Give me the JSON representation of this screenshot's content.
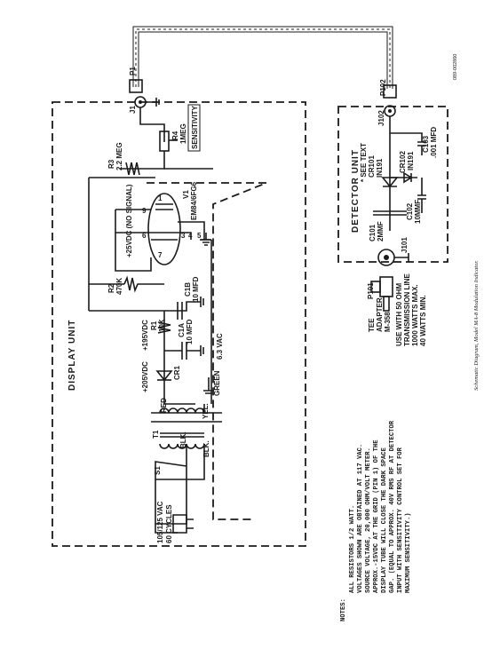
{
  "title": "Schematic Diagram, Model MA-8 Modulation Indicator.",
  "doc_id": "089-002860",
  "units": {
    "display": "DISPLAY UNIT",
    "detector": "DETECTOR UNIT"
  },
  "connectors": {
    "p1": "P1",
    "j1": "J1",
    "p102": "P102",
    "j102": "J102",
    "p101": "P101",
    "j101": "J101"
  },
  "components": {
    "r4": "R4",
    "r4_value": "1MEG",
    "sensitivity": "SENSITIVITY",
    "r3": "R3",
    "r3_value": "2.2 MEG",
    "v1": "V1",
    "v1_type": "EM84/6FG6",
    "r2": "R2",
    "r2_value": "470K",
    "r1": "R1",
    "r1_value": "10K",
    "c1b": "C1B",
    "c1b_value": "10 MFD",
    "c1a": "C1A",
    "c1a_value": "10 MFD",
    "cr1": "CR1",
    "t1": "T1",
    "s1": "S1",
    "cr101": "CR101",
    "cr101_type": "IN191",
    "cr102": "CR102",
    "cr102_type": "IN191",
    "c101": "C101",
    "c101_value": "2MMF",
    "c102": "C102",
    "c102_value": "10MMF",
    "c103": "C103",
    "c103_value": ".001 MFD"
  },
  "pins": [
    "9",
    "1",
    "6",
    "7",
    "3",
    "4",
    "5"
  ],
  "voltages": {
    "plate": "+25VDC (NO SIGNAL)",
    "b_plus_205": "+205VDC",
    "b_plus_195": "+195VDC",
    "heater": "6.3 VAC",
    "mains": "105/125 VAC",
    "mains_freq": "60 CYCLES"
  },
  "wires": {
    "red": "RED",
    "green": "GREEN",
    "yel": "YEL.",
    "blk1": "BLK.",
    "blk2": "BLK."
  },
  "see_text": "* SEE TEXT",
  "tee_adapter": [
    "TEE",
    "ADAPTER",
    "M-358"
  ],
  "line_note": [
    "USE WITH 50 OHM",
    "TRANSMISSION LINE",
    "1000 WATTS MAX.",
    "40 WATTS MIN."
  ],
  "notes_heading": "NOTES:",
  "notes": [
    "ALL RESISTORS 1/2 WATT.",
    "VOLTAGES SHOWN ARE OBTAINED AT 117 VAC.",
    "SOURCE VOLTAGE, 20,000 OHM/VOLT METER.",
    "APPROX.-15VDC AT THE GRID (PIN 1) OF THE",
    "DISPLAY TUBE WILL CLOSE THE DARK SPACE",
    "GAP. (EQUAL TO APPROX. 40V RMS RF AT DETECTOR",
    "INPUT WITH SENSITIVITY CONTROL SET FOR",
    "MAXIMUM SENSITIVITY.)"
  ]
}
